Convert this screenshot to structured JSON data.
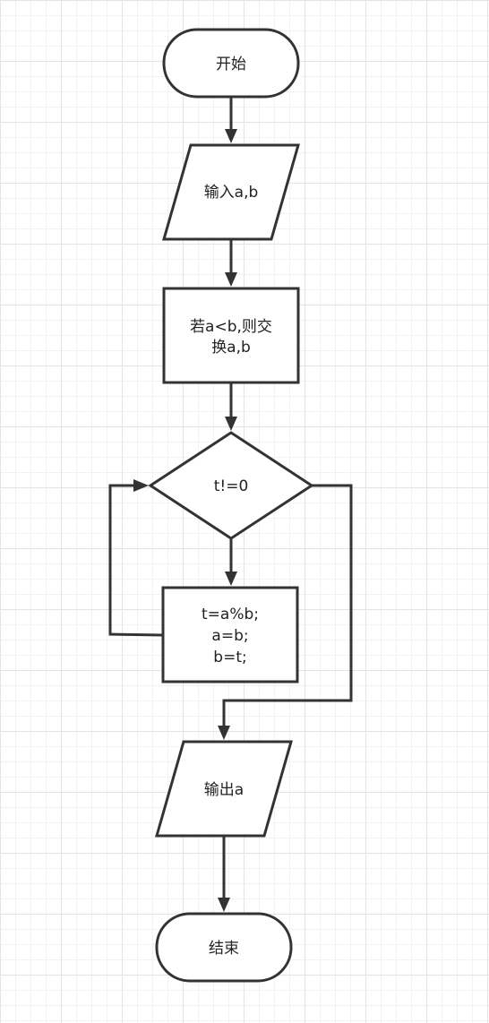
{
  "diagram": {
    "nodes": {
      "start": "开始",
      "input": "输入a,b",
      "swap_line1": "若a<b,则交",
      "swap_line2": "换a,b",
      "condition": "t!=0",
      "body_line1": "t=a%b;",
      "body_line2": "a=b;",
      "body_line3": "b=t;",
      "output": "输出a",
      "end": "结束"
    },
    "colors": {
      "stroke": "#333333",
      "fill": "#ffffff",
      "text": "#222222",
      "grid_major": "#e4e4e4",
      "grid_minor": "#f2f2f2"
    }
  }
}
